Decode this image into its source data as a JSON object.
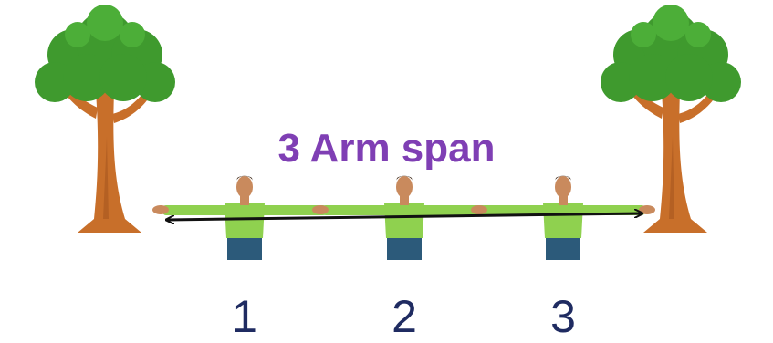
{
  "title": "3 Arm span",
  "persons": [
    {
      "number": "1"
    },
    {
      "number": "2"
    },
    {
      "number": "3"
    }
  ],
  "colors": {
    "title": "#7f3fb4",
    "number": "#1f2b61",
    "foliage": "#3f9a2e",
    "trunk": "#c86f2a",
    "shirt": "#8fd14f",
    "jeans": "#2c5a7a",
    "skin": "#c98a5d"
  }
}
